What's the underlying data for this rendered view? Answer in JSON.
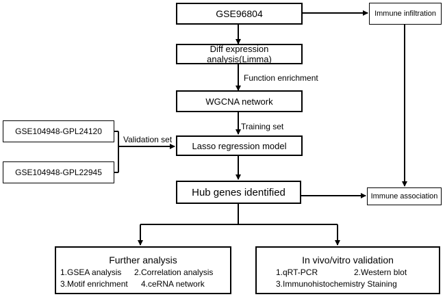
{
  "nodes": {
    "gse96804": "GSE96804",
    "diff_expression": "Diff expression analysis(Limma)",
    "wgcna": "WGCNA network",
    "lasso": "Lasso regression model",
    "hub_genes": "Hub genes identified",
    "gpl24120": "GSE104948-GPL24120",
    "gpl22945": "GSE104948-GPL22945",
    "immune_infiltration": "Immune infiltration",
    "immune_association": "Immune association"
  },
  "edge_labels": {
    "function_enrichment": "Function enrichment",
    "training_set": "Training set",
    "validation_set": "Validation set"
  },
  "further_analysis": {
    "title": "Further analysis",
    "items": [
      "1.GSEA analysis",
      "2.Correlation analysis",
      "3.Motif enrichment",
      "4.ceRNA network"
    ]
  },
  "validation": {
    "title": "In vivo/vitro validation",
    "items": [
      "1.qRT-PCR",
      "2.Western blot",
      "3.Immunohistochemistry Staining"
    ]
  }
}
